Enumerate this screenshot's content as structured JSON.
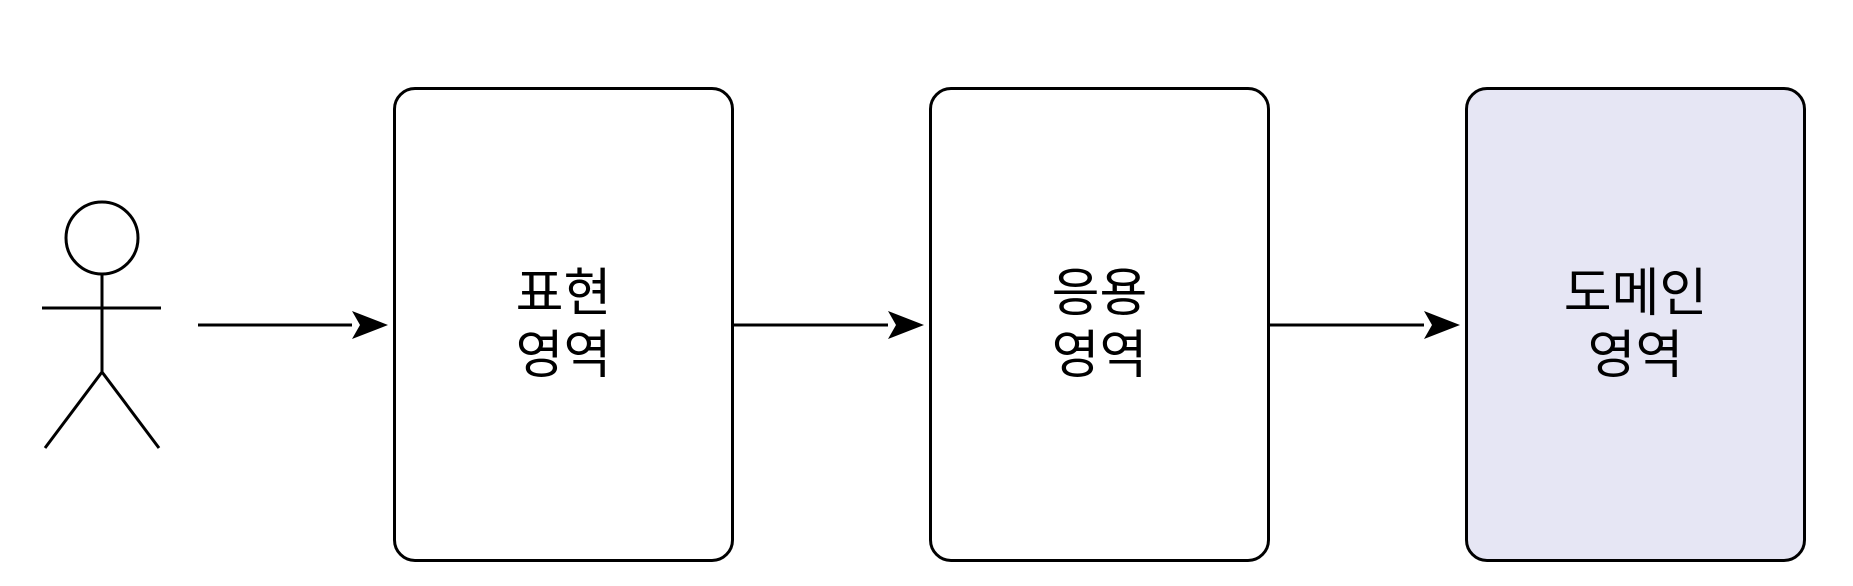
{
  "diagram": {
    "actor": {
      "label": ""
    },
    "boxes": [
      {
        "id": "presentation",
        "line1": "표현",
        "line2": "영역",
        "fill": "#ffffff"
      },
      {
        "id": "application",
        "line1": "응용",
        "line2": "영역",
        "fill": "#ffffff"
      },
      {
        "id": "domain",
        "line1": "도메인",
        "line2": "영역",
        "fill": "#e6e6f4"
      }
    ],
    "edges": [
      {
        "from": "actor",
        "to": "presentation"
      },
      {
        "from": "presentation",
        "to": "application"
      },
      {
        "from": "application",
        "to": "domain"
      }
    ],
    "colors": {
      "stroke": "#000000",
      "domain_fill": "#e6e6f4"
    }
  }
}
